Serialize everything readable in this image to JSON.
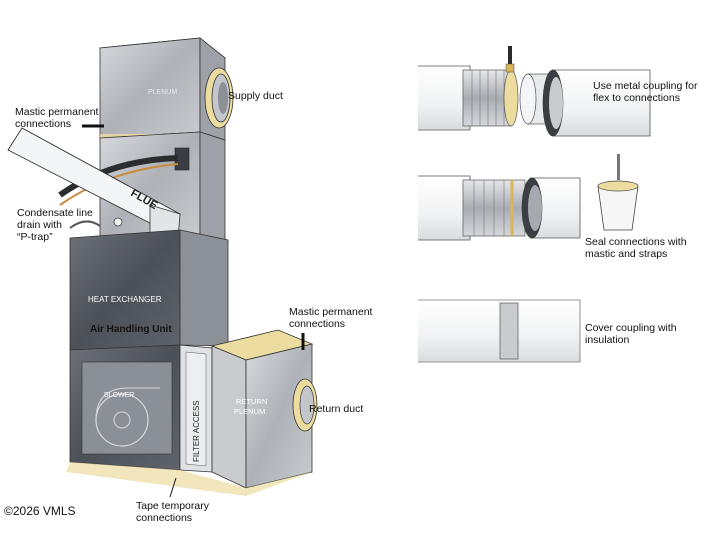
{
  "labels": {
    "plenum": "PLENUM",
    "supply_duct": "Supply duct",
    "mastic_top": [
      "Mastic permanent",
      "connections"
    ],
    "flue": "FLUE",
    "condensate": [
      "Condensate line",
      "drain with",
      "“P-trap”"
    ],
    "heat_exchanger": "HEAT EXCHANGER",
    "air_handling_unit": "Air Handling Unit",
    "blower": "BLOWER",
    "filter_access": "FILTER ACCESS",
    "return_plenum": [
      "RETURN",
      "PLENUM"
    ],
    "mastic_right": [
      "Mastic permanent",
      "connections"
    ],
    "return_duct": "Return duct",
    "tape_temporary": [
      "Tape temporary",
      "connections"
    ],
    "copyright": "©2026 VMLS"
  },
  "steps": [
    {
      "text": [
        "Use metal coupling for",
        "flex to connections"
      ]
    },
    {
      "text": [
        "Seal connections with",
        "mastic and straps"
      ]
    },
    {
      "text": [
        "Cover coupling with",
        "insulation"
      ]
    }
  ],
  "colors": {
    "metal": "#b9bcc2",
    "metal_dark": "#8c9097",
    "unit_dark": "#5b5f66",
    "mastic": "#ecdca0",
    "line": "#333333"
  }
}
